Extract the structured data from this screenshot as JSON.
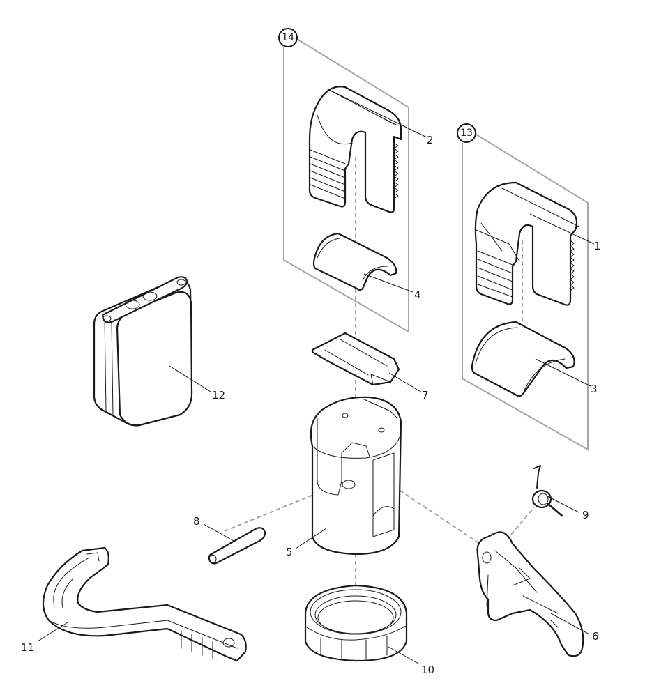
{
  "diagram": {
    "type": "exploded-parts-view",
    "colors": {
      "line": "#1a1a1a",
      "frame": "#a6a6a6",
      "axis": "#a0a0a0",
      "background": "#ffffff"
    },
    "kits": [
      {
        "id": "kit-14",
        "label": "14",
        "contains": [
          "2",
          "4"
        ]
      },
      {
        "id": "kit-13",
        "label": "13",
        "contains": [
          "1",
          "3"
        ]
      }
    ],
    "callouts": [
      {
        "label": "1",
        "part": "large-clamp-jaw"
      },
      {
        "label": "2",
        "part": "small-clamp-jaw"
      },
      {
        "label": "3",
        "part": "large-jaw-insert"
      },
      {
        "label": "4",
        "part": "small-jaw-insert"
      },
      {
        "label": "5",
        "part": "housing-body"
      },
      {
        "label": "6",
        "part": "release-lever"
      },
      {
        "label": "7",
        "part": "slide-plate"
      },
      {
        "label": "8",
        "part": "pivot-pin"
      },
      {
        "label": "9",
        "part": "torsion-spring"
      },
      {
        "label": "10",
        "part": "lock-nut"
      },
      {
        "label": "11",
        "part": "spanner-wrench"
      },
      {
        "label": "12",
        "part": "pouch"
      }
    ]
  }
}
